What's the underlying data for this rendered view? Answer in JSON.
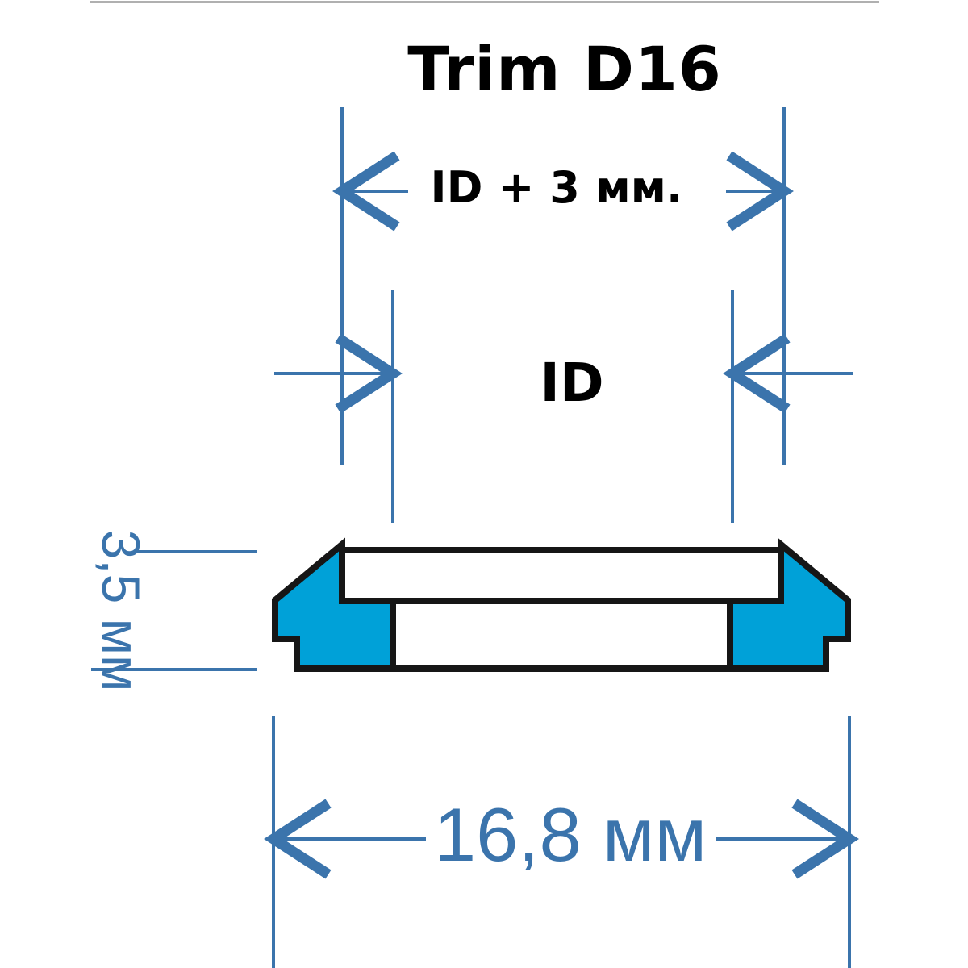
{
  "title": "Trim D16",
  "dimensions": {
    "outer_top_label": "ID + 3 мм.",
    "inner_label": "ID",
    "height_label": "3,5 мм",
    "width_label": "16,8 мм"
  },
  "colors": {
    "dimension_blue": "#3b74ac",
    "profile_fill_cyan": "#00a1d8",
    "profile_outline": "#161616",
    "title_black": "#000000",
    "top_rule_gray": "#b0b0b0",
    "background": "#ffffff"
  }
}
